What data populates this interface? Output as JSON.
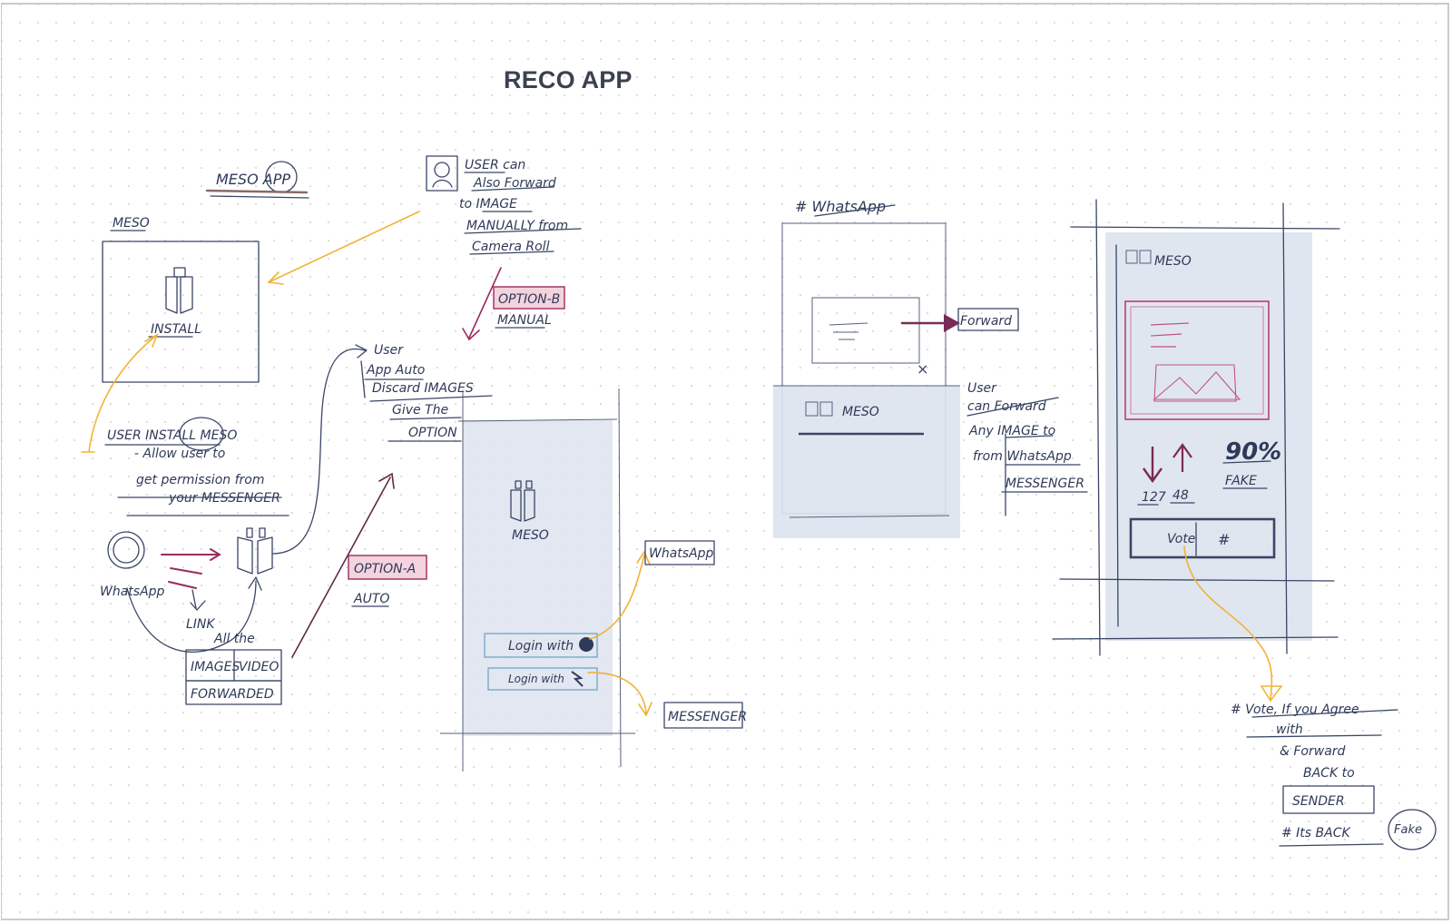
{
  "title": "RECO APP",
  "colors": {
    "ink": "#2f3a58",
    "accent_yellow": "#f2b236",
    "accent_magenta": "#9b2a5e",
    "highlight_pink": "#f3d3de",
    "panel_blue": "#dde3ee"
  },
  "sketches": {
    "meso_app_header": "MESO APP",
    "meso_label": "MESO",
    "install_label": "INSTALL",
    "user_install_note": [
      "USER INSTALL MESO",
      "- Allow user to",
      "get permission from",
      "your MESSENGER"
    ],
    "whatsapp_label": "WhatsApp",
    "link_label": "LINK",
    "all_the_label": "All the",
    "images_cell": "IMAGES",
    "video_cell": "VIDEO",
    "forwarded_label": "FORWARDED",
    "user_can_note": [
      "USER can",
      "Also Forward",
      "to IMAGE",
      "MANUALLY from",
      "Camera Roll"
    ],
    "option_b": "OPTION-B",
    "manual_label": "MANUAL",
    "app_auto_note": [
      "User",
      "App Auto",
      "Discard IMAGES",
      "Give The",
      "OPTION"
    ],
    "option_a": "OPTION-A",
    "auto_label": "AUTO",
    "phone_meso_label": "MESO",
    "login_whatsapp_btn": "Login with",
    "login_messenger_btn": "Login with",
    "whatsapp_box": "WhatsApp",
    "messenger_box": "MESSENGER",
    "whatsapp_header": "# WhatsApp",
    "forward_box": "Forward",
    "close_symbol": "×",
    "meso_sheet_label": "MESO",
    "user_forward_note": [
      "User",
      "can Forward",
      "Any IMAGE to",
      "from WhatsApp",
      "MESSENGER"
    ],
    "result_meso_label": "MESO",
    "down_count": "127",
    "up_count": "48",
    "fake_percent": "90%",
    "fake_label": "FAKE",
    "vote_btn": "Vote",
    "vote_symbol": "#",
    "vote_note": [
      "# Vote, If you Agree",
      "with",
      "& Forward",
      "BACK to",
      "SENDER",
      "# Its BACK"
    ],
    "fake_circle": "Fake"
  }
}
